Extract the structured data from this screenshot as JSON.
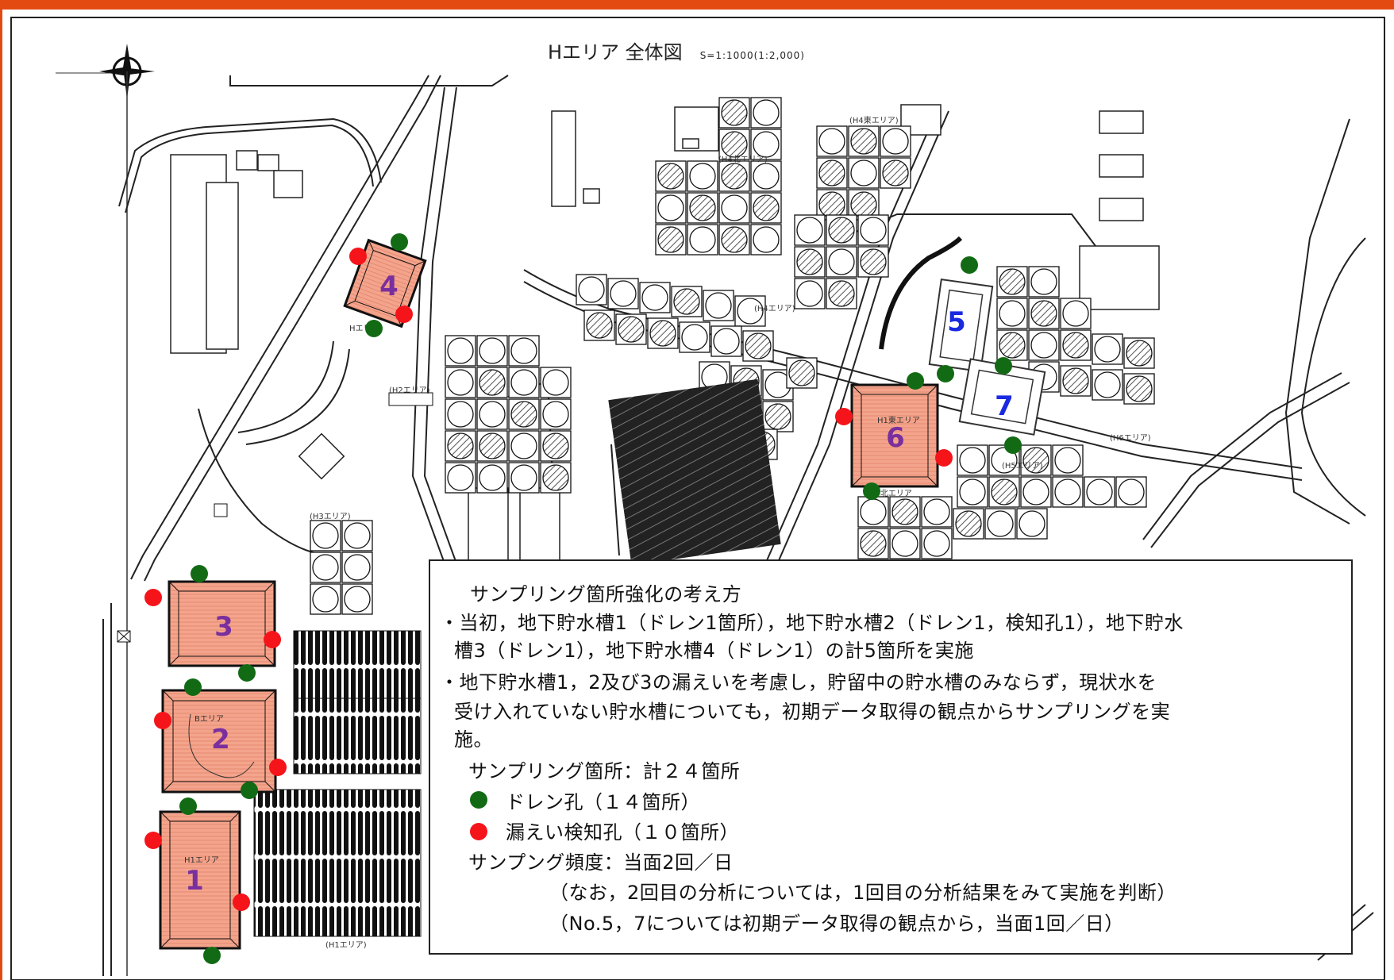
{
  "map": {
    "title": "Hエリア 全体図",
    "scale": "S=1:1000(1:2,000)",
    "area_labels": [
      "(H4東エリア)",
      "(H4北エリア)",
      "(H4エリア)",
      "(H6エリア)",
      "(H5エリア)",
      "(H1エリア)",
      "(H2エリア)",
      "(H3エリア)",
      "Hエリア",
      "Bエリア",
      "H1エリア",
      "H1東エリア",
      "H5北エリア"
    ],
    "tanks": [
      {
        "id": "1",
        "color": "purple"
      },
      {
        "id": "2",
        "color": "purple"
      },
      {
        "id": "3",
        "color": "purple"
      },
      {
        "id": "4",
        "color": "purple"
      },
      {
        "id": "5",
        "color": "blue"
      },
      {
        "id": "6",
        "color": "purple"
      },
      {
        "id": "7",
        "color": "blue"
      }
    ],
    "colors": {
      "accent_bar": "#e24a12",
      "tank_fill": "#f4a48c",
      "tank_border": "#222222",
      "number_purple": "#7a2f9e",
      "number_blue": "#1a2ae0",
      "drain_hole": "#126b14",
      "leak_detection_hole": "#f5141a"
    }
  },
  "info": {
    "heading": "サンプリング箇所強化の考え方",
    "para1_line1": "・当初，地下貯水槽1（ドレン1箇所），地下貯水槽2（ドレン1，検知孔1），地下貯水",
    "para1_line2": "槽3（ドレン1），地下貯水槽4（ドレン1）の計5箇所を実施",
    "para2_line1": "・地下貯水槽1，2及び3の漏えいを考慮し，貯留中の貯水槽のみならず，現状水を",
    "para2_line2": "受け入れていない貯水槽についても，初期データ取得の観点からサンプリングを実",
    "para2_line3": "施。",
    "points_total": "サンプリング箇所：計２４箇所",
    "legend_drain": "ドレン孔（１４箇所）",
    "legend_leak": "漏えい検知孔（１０箇所）",
    "frequency": "サンプング頻度：当面2回／日",
    "note1": "（なお，2回目の分析については，1回目の分析結果をみて実施を判断）",
    "note2": "（No.5，7については初期データ取得の観点から，当面1回／日）"
  }
}
